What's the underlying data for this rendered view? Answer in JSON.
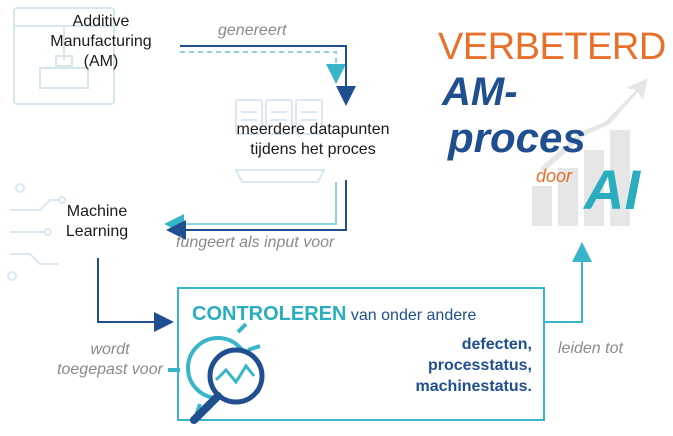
{
  "nodes": {
    "am": [
      "Additive",
      "Manufacturing",
      "(AM)"
    ],
    "data": [
      "meerdere datapunten",
      "tijdens het proces"
    ],
    "ml": [
      "Machine",
      "Learning"
    ]
  },
  "edges": {
    "generates": "genereert",
    "input": "fungeert als input voor",
    "applied": [
      "wordt",
      "toegepast voor"
    ],
    "lead": "leiden tot"
  },
  "control": {
    "title": "CONTROLEREN",
    "rest": "van onder andere",
    "items": [
      "defecten,",
      "processtatus,",
      "machinestatus."
    ]
  },
  "result": {
    "word1": "VERBETERD",
    "word2": "AM-",
    "word3": "proces",
    "word4": "door",
    "word5": "AI"
  },
  "colors": {
    "orange": "#e8702a",
    "navy": "#1f4f8e",
    "cyan": "#2aaebf",
    "grey": "#8a8a8a"
  }
}
